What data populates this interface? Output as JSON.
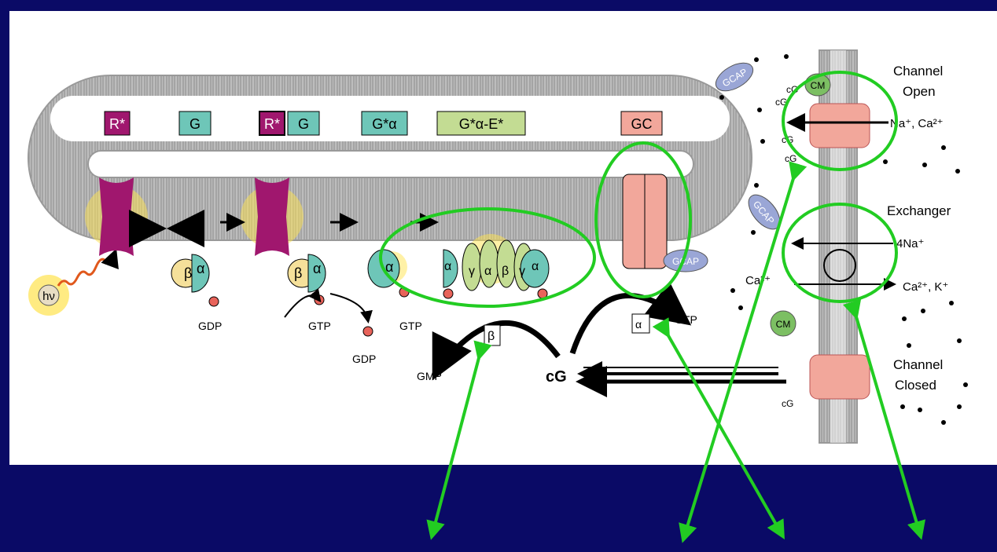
{
  "colors": {
    "slide_background": "#0a0a66",
    "figure_background": "#ffffff",
    "membrane": "#a6a6a6",
    "rhodopsin": "#a0176e",
    "transducin_alpha": "#6ec6b8",
    "transducin_beta_gamma": "#f5e09a",
    "pde": "#c3dc93",
    "guanylate_cyclase": "#f2a79b",
    "gcap": "#9aa6d6",
    "calmodulin": "#7cbf63",
    "highlight": "#22cc22"
  },
  "disc_labels": {
    "r_star_1": "R*",
    "g_1": "G",
    "r_star_2": "R*",
    "g_2": "G",
    "g_alpha": "G*α",
    "g_alpha_e": "G*α-E*",
    "gc": "GC"
  },
  "symbols": {
    "photon": "hν",
    "alpha": "α",
    "beta": "β",
    "gamma": "γ",
    "beta_box": "β",
    "alpha_box": "α"
  },
  "nucleotides": {
    "gdp_1": "GDP",
    "gtp_1": "GTP",
    "gdp_2": "GDP",
    "gtp_2": "GTP",
    "gmp": "GMP",
    "cg": "cG",
    "gtp_3": "GTP"
  },
  "plasma_membrane": {
    "gcap_1": "GCAP",
    "gcap_2": "GCAP",
    "gcap_3": "GCAP",
    "cm_1": "CM",
    "cm_2": "CM",
    "channel_open_1": "Channel",
    "channel_open_2": "Open",
    "exchanger": "Exchanger",
    "channel_closed_1": "Channel",
    "channel_closed_2": "Closed",
    "cg_a": "cG",
    "cg_b": "cG",
    "cg_c": "cG",
    "cg_d": "cG",
    "cg_e": "cG",
    "ions_out": "Na⁺, Ca²⁺",
    "na_in": "4Na⁺",
    "ca_k_out": "Ca²⁺,  K⁺",
    "ca_left": "Ca²⁺"
  }
}
